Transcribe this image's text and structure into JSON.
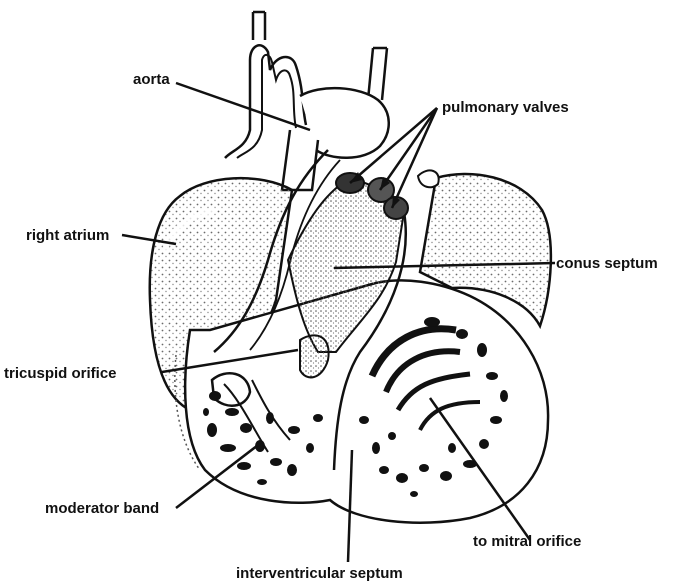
{
  "labels": {
    "aorta": "aorta",
    "pulmonary_valves": "pulmonary valves",
    "right_atrium": "right atrium",
    "conus_septum": "conus septum",
    "tricuspid_orifice": "tricuspid orifice",
    "moderator_band": "moderator band",
    "to_mitral_orifice": "to mitral orifice",
    "interventricular_septum": "interventricular septum"
  },
  "colors": {
    "ink": "#111111",
    "stipple": "#6b6b6b",
    "paper": "#ffffff"
  }
}
